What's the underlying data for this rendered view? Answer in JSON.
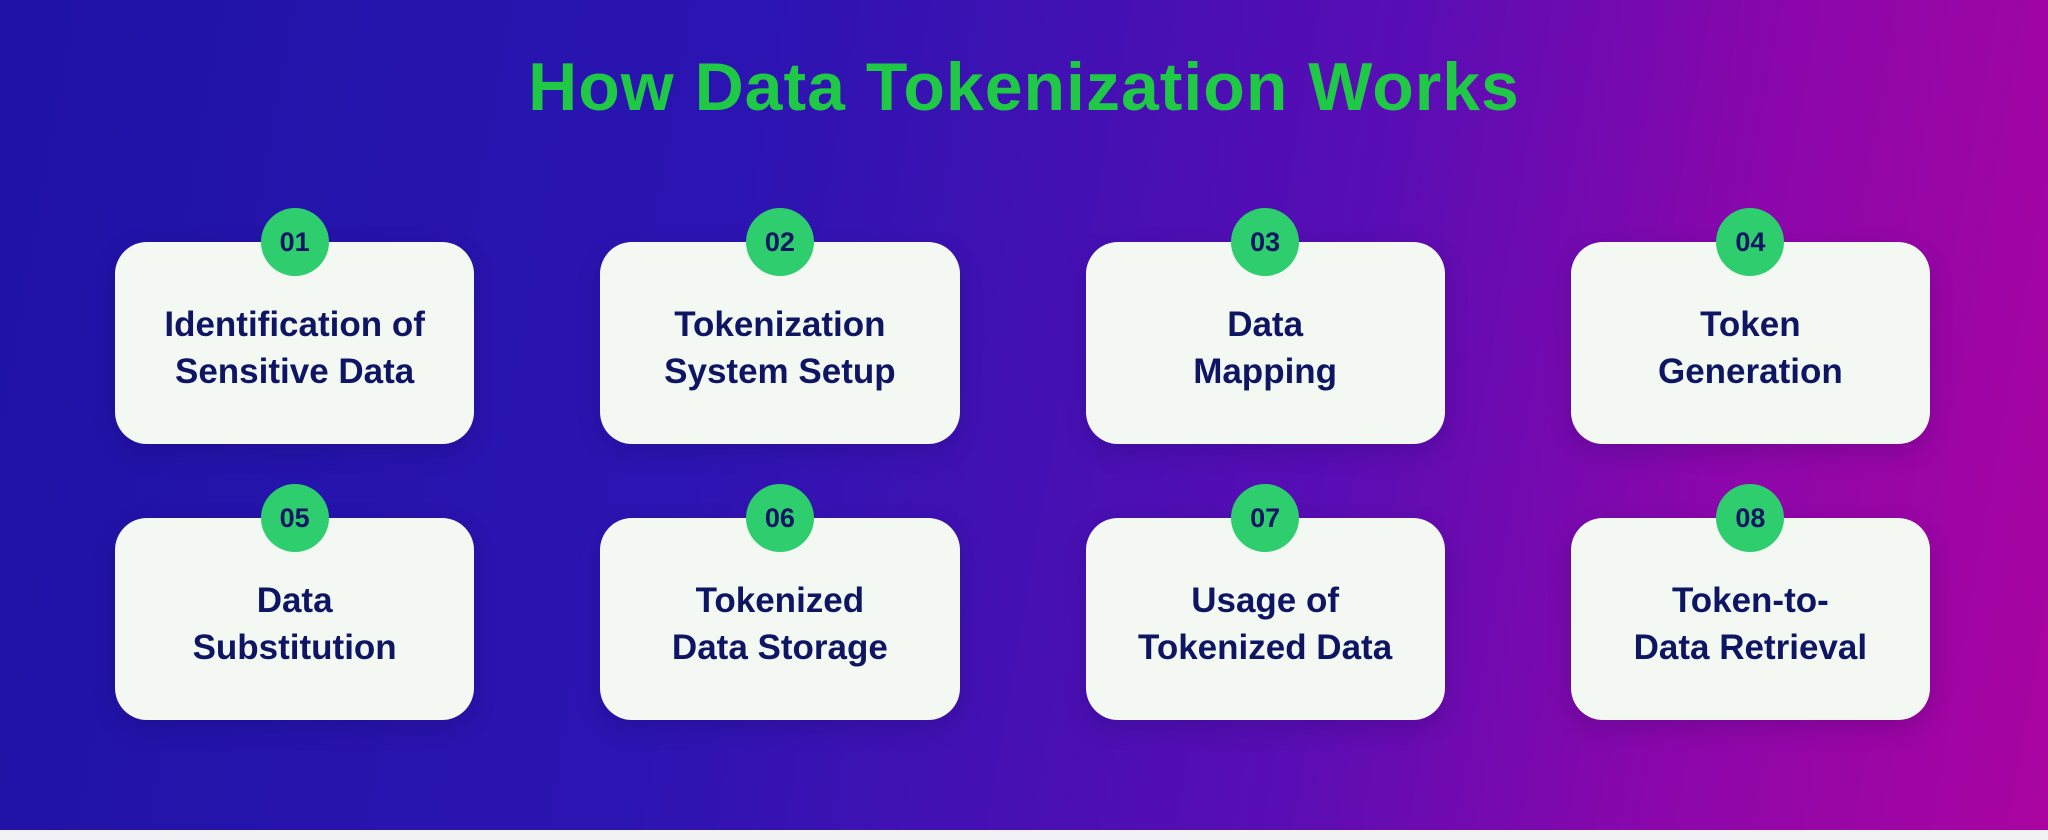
{
  "title": "How Data Tokenization Works",
  "colors": {
    "title_green": "#1fc845",
    "badge_green": "#2ecd6e",
    "card_background": "#f3f8f3",
    "text_navy": "#0e1663",
    "background_blue_left": "#1e13a4",
    "background_magenta_right": "#aa04a0"
  },
  "steps": [
    {
      "number": "01",
      "line1": "Identification of",
      "line2": "Sensitive Data"
    },
    {
      "number": "02",
      "line1": "Tokenization",
      "line2": "System Setup"
    },
    {
      "number": "03",
      "line1": "Data",
      "line2": "Mapping"
    },
    {
      "number": "04",
      "line1": "Token",
      "line2": "Generation"
    },
    {
      "number": "05",
      "line1": "Data",
      "line2": "Substitution"
    },
    {
      "number": "06",
      "line1": "Tokenized",
      "line2": "Data Storage"
    },
    {
      "number": "07",
      "line1": "Usage of",
      "line2": "Tokenized Data"
    },
    {
      "number": "08",
      "line1": "Token-to-",
      "line2": "Data Retrieval"
    }
  ]
}
